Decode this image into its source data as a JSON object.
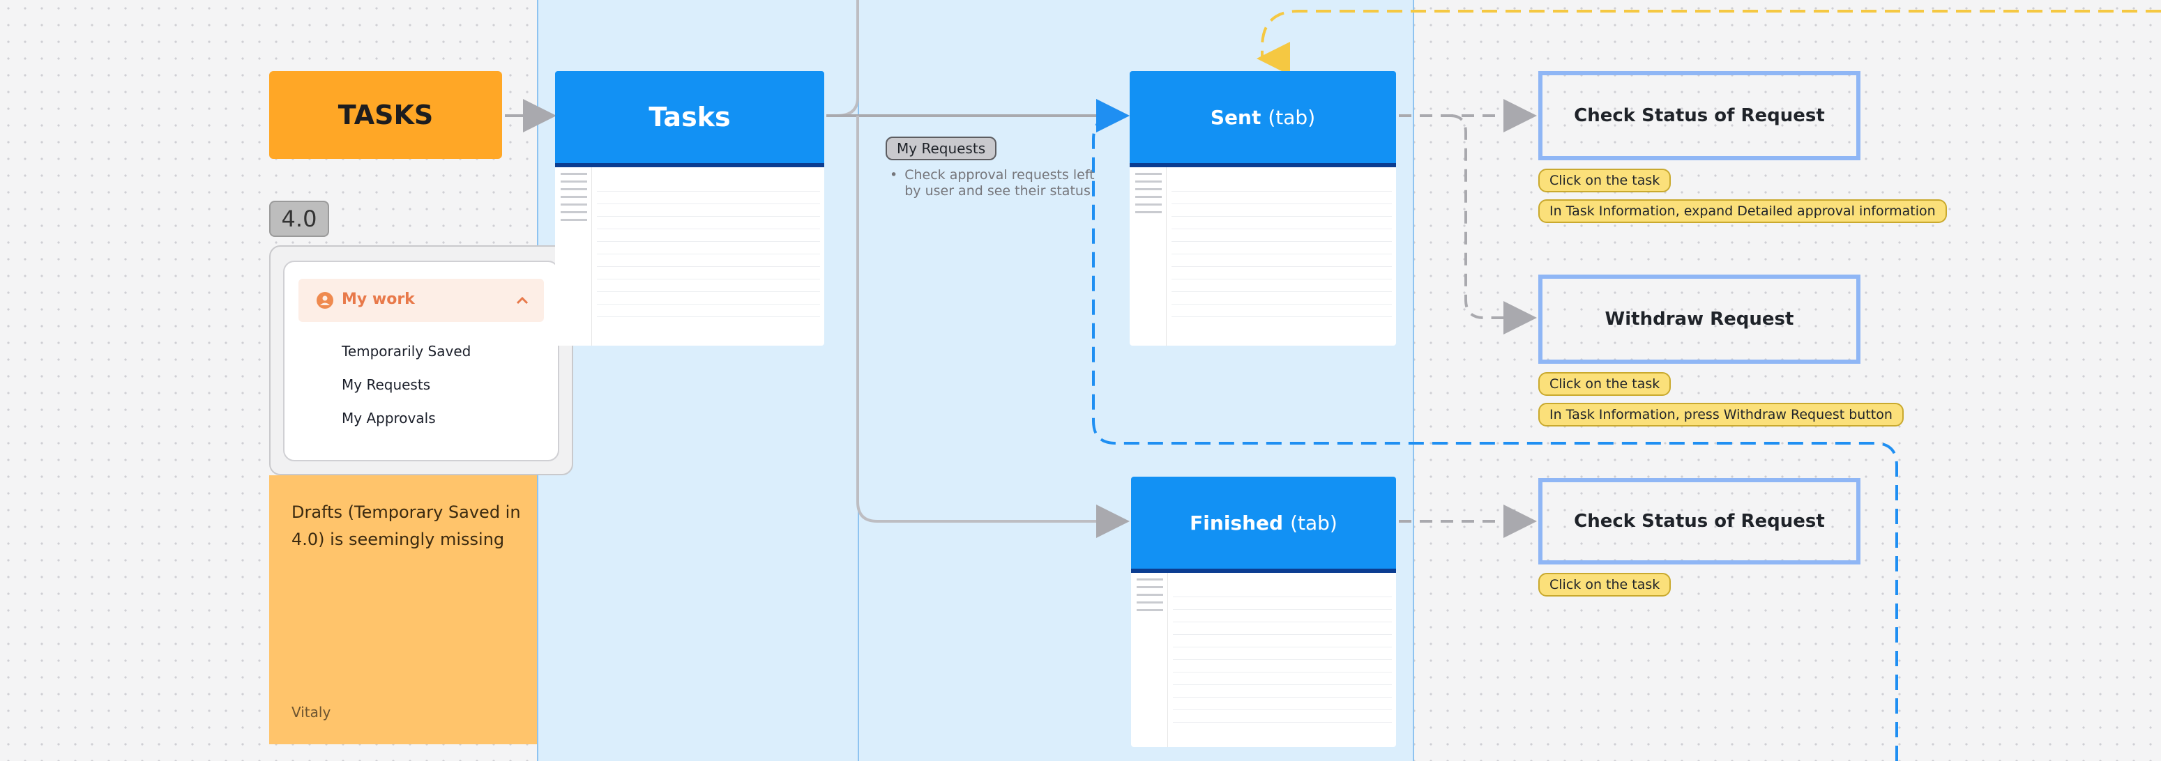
{
  "tasks_label": "TASKS",
  "version_badge": "4.0",
  "menu": {
    "header": "My work",
    "items": [
      "Temporarily Saved",
      "My Requests",
      "My Approvals"
    ]
  },
  "sticky_note": {
    "text": "Drafts (Temporary Saved in 4.0) is seemingly missing",
    "author": "Vitaly"
  },
  "tasks_card": "Tasks",
  "my_requests": {
    "label": "My Requests",
    "bullet": "Check approval requests left by user and see their status"
  },
  "sent_card": {
    "title": "Sent",
    "suffix": "(tab)"
  },
  "finished_card": {
    "title": "Finished",
    "suffix": "(tab)"
  },
  "actions": {
    "check_status_1": "Check Status of Request",
    "withdraw": "Withdraw Request",
    "check_status_2": "Check Status of Request"
  },
  "tags": {
    "click_task_1": "Click on the task",
    "expand_detail": "In Task Information, expand Detailed approval information",
    "click_task_2": "Click on the task",
    "press_withdraw": "In Task Information, press Withdraw Request button",
    "click_task_3": "Click on the task"
  },
  "colors": {
    "orange": "#ffa726",
    "sticky": "#ffc46b",
    "blue_card": "#1291f4",
    "section_bg": "#dbeefc",
    "outline": "#8fb6f5",
    "tag": "#fbe07a",
    "dash_yellow": "#f5c842",
    "dash_blue": "#1f8ff2"
  }
}
